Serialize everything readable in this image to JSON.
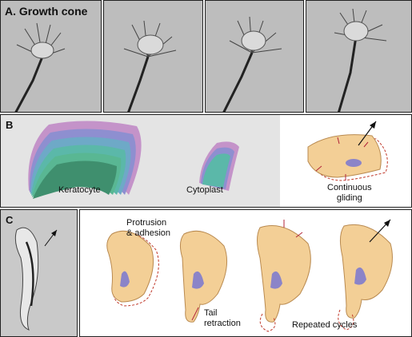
{
  "panel_a": {
    "letter_title": "A. Growth cone"
  },
  "panel_b": {
    "letter": "B",
    "labels": {
      "keratocyte": "Keratocyte",
      "cytoplast": "Cytoplast",
      "continuous_gliding": "Continuous\ngliding"
    }
  },
  "panel_c": {
    "letter": "C",
    "labels": {
      "protrusion": "Protrusion\n& adhesion",
      "tail": "Tail\nretraction",
      "repeated": "Repeated cycles"
    }
  },
  "colors": {
    "cell_fill": "#f3cf96",
    "cell_outline": "#b98a50",
    "nucleus": "#8b84c8",
    "arrow_red": "#b3263a",
    "dashed": "#c0392b",
    "micrograph": "#bfbfbf"
  }
}
